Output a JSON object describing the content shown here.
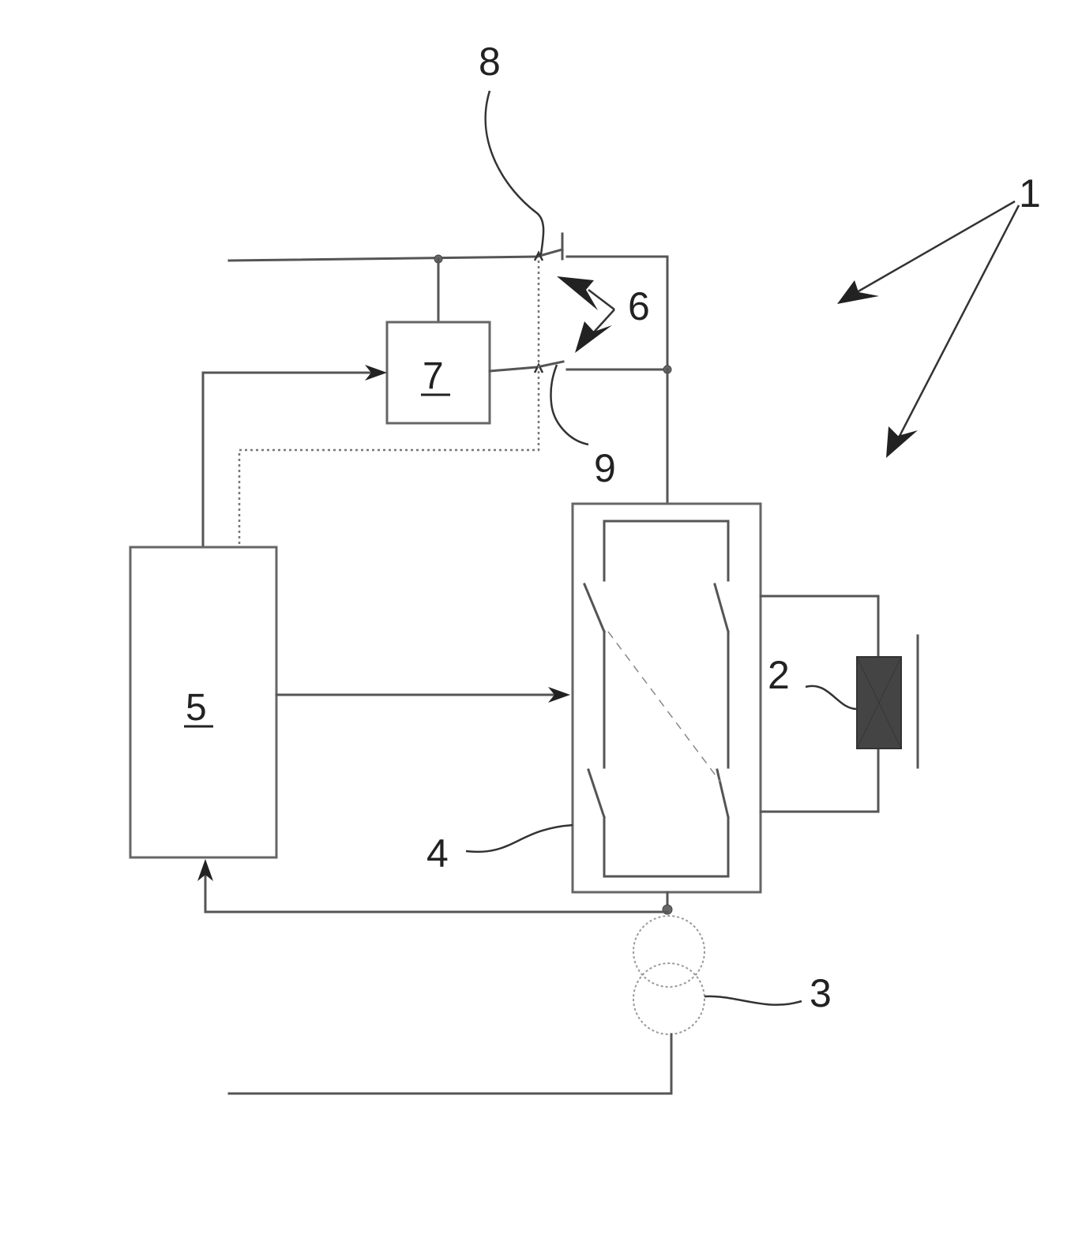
{
  "labels": {
    "system": "1",
    "coil": "2",
    "transformer": "3",
    "converter": "4",
    "controller": "5",
    "switches": "6",
    "block7": "7",
    "contact_upper": "8",
    "contact_lower": "9"
  }
}
